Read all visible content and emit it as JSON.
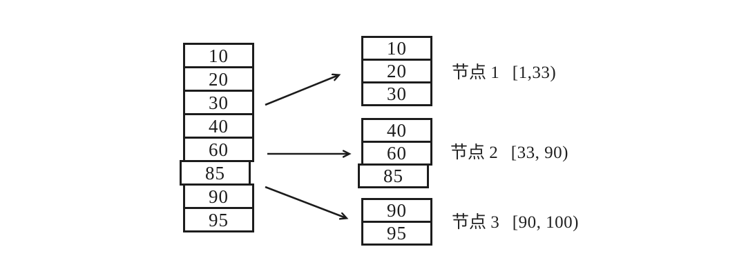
{
  "colors": {
    "background": "#ffffff",
    "ink": "#1c1c1c"
  },
  "source_stack": {
    "values": [
      "10",
      "20",
      "30",
      "40",
      "60",
      "85",
      "90",
      "95"
    ]
  },
  "nodes": [
    {
      "label": "节点 1",
      "range": "[1,33)",
      "values": [
        "10",
        "20",
        "30"
      ]
    },
    {
      "label": "节点 2",
      "range": "[33, 90)",
      "values": [
        "40",
        "60",
        "85"
      ]
    },
    {
      "label": "节点 3",
      "range": "[90, 100)",
      "values": [
        "90",
        "95"
      ]
    }
  ]
}
